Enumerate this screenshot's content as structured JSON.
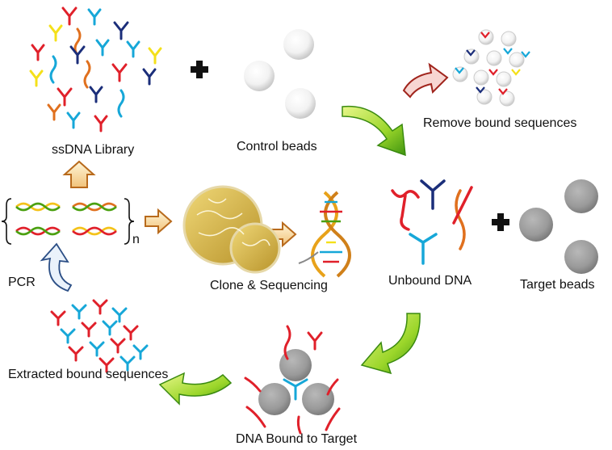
{
  "labels": {
    "library": "ssDNA Library",
    "control_beads": "Control beads",
    "remove": "Remove bound sequences",
    "unbound": "Unbound DNA",
    "target_beads": "Target beads",
    "bound": "DNA Bound to Target",
    "extracted": "Extracted bound sequences",
    "pcr": "PCR",
    "clone": "Clone & Sequencing",
    "repeat_subscript": "n"
  },
  "colors": {
    "red": "#e0202a",
    "blue": "#16a7d8",
    "navy": "#1b2e7a",
    "yellow": "#f4e01a",
    "orange": "#e0701e",
    "green_light": "#d8f06a",
    "green_dark": "#4aa010",
    "bead_gray": "#9a9a9a",
    "plate": "#d9b84a"
  },
  "icons": {
    "plus": "plus-icon",
    "arrow_outline": "outlined-arrow-icon",
    "arrow_green": "curved-green-arrow-icon",
    "arrow_red": "curved-red-arrow-icon",
    "arrow_blue": "curved-blue-arrow-icon"
  }
}
